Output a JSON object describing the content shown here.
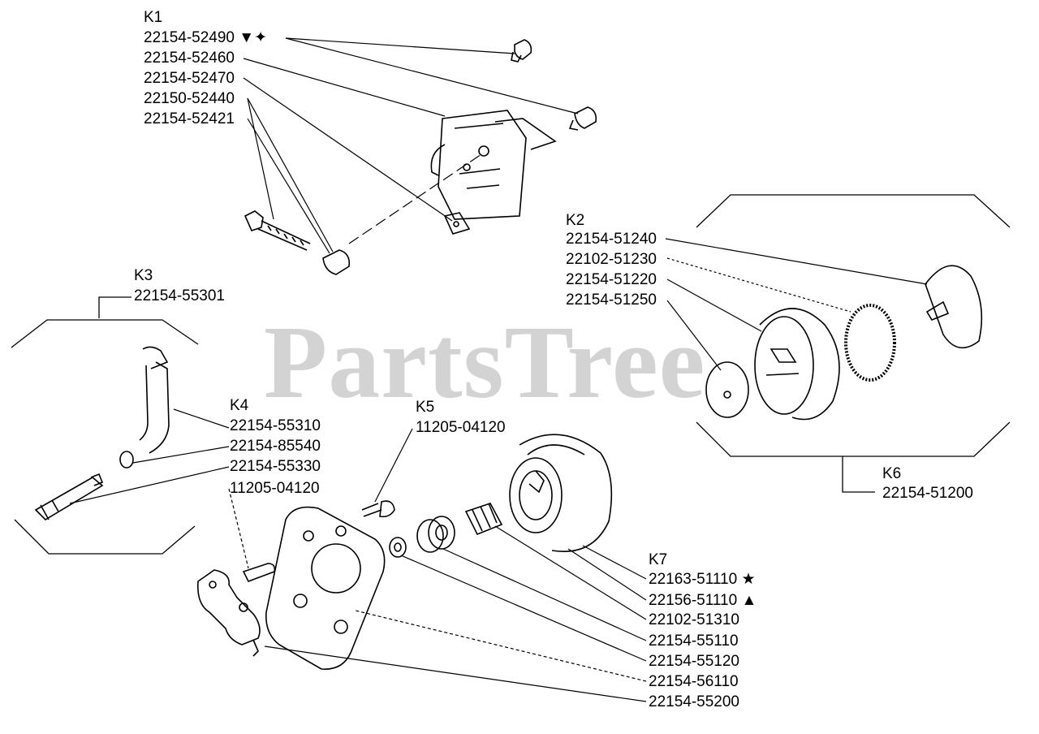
{
  "watermark": "PartsTree",
  "kits": {
    "k1": "K1",
    "k2": "K2",
    "k3": "K3",
    "k4": "K4",
    "k5": "K5",
    "k6": "K6",
    "k7": "K7"
  },
  "parts": [
    "22154-52490 ▼✦",
    "22154-52460",
    "22154-52470",
    "22150-52440",
    "22154-52421",
    "22154-51240",
    "22102-51230",
    "22154-51220",
    "22154-51250",
    "22154-55301",
    "22154-55310",
    "22154-85540",
    "22154-55330",
    "11205-04120",
    "11205-04120",
    "22154-51200",
    "22163-51110 ★",
    "22156-51110 ▲",
    "22102-51310",
    "22154-55110",
    "22154-55120",
    "22154-56110",
    "22154-55200"
  ]
}
